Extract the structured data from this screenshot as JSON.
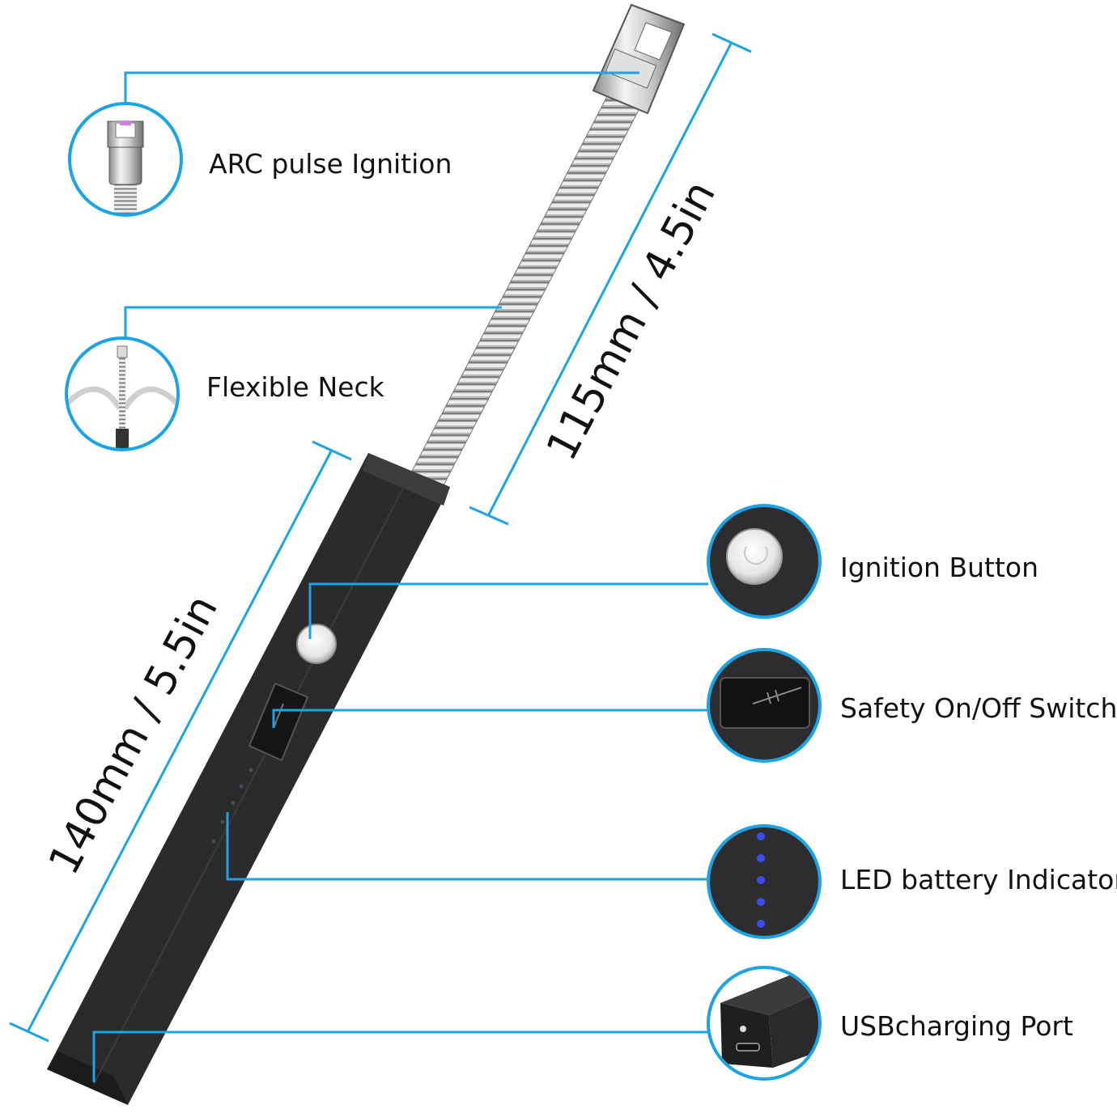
{
  "accent_color": "#1aa3e6",
  "callouts": {
    "arc": "ARC pulse Ignition",
    "neck": "Flexible Neck",
    "button": "Ignition Button",
    "safety": "Safety On/Off Switch",
    "led": "LED battery Indicator",
    "usb": "USBcharging Port"
  },
  "dimensions": {
    "neck_length": "115mm / 4.5in",
    "body_length": "140mm / 5.5in"
  },
  "icons": [
    "arc-tip-icon",
    "flexible-neck-icon",
    "ignition-button-icon",
    "safety-switch-icon",
    "led-indicator-icon",
    "usb-port-icon"
  ]
}
